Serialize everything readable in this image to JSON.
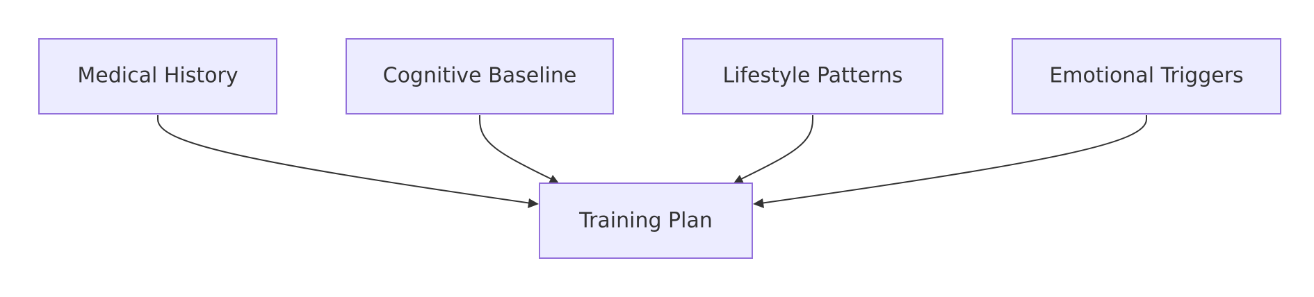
{
  "diagram": {
    "type": "flowchart",
    "direction": "top-to-bottom",
    "colors": {
      "node_fill": "#ececff",
      "node_border": "#9370db",
      "text": "#333333",
      "edge": "#333333"
    },
    "nodes": {
      "medical_history": "Medical History",
      "cognitive_baseline": "Cognitive Baseline",
      "lifestyle_patterns": "Lifestyle Patterns",
      "emotional_triggers": "Emotional Triggers",
      "training_plan": "Training Plan"
    },
    "edges": [
      {
        "from": "Medical History",
        "to": "Training Plan"
      },
      {
        "from": "Cognitive Baseline",
        "to": "Training Plan"
      },
      {
        "from": "Lifestyle Patterns",
        "to": "Training Plan"
      },
      {
        "from": "Emotional Triggers",
        "to": "Training Plan"
      }
    ]
  }
}
